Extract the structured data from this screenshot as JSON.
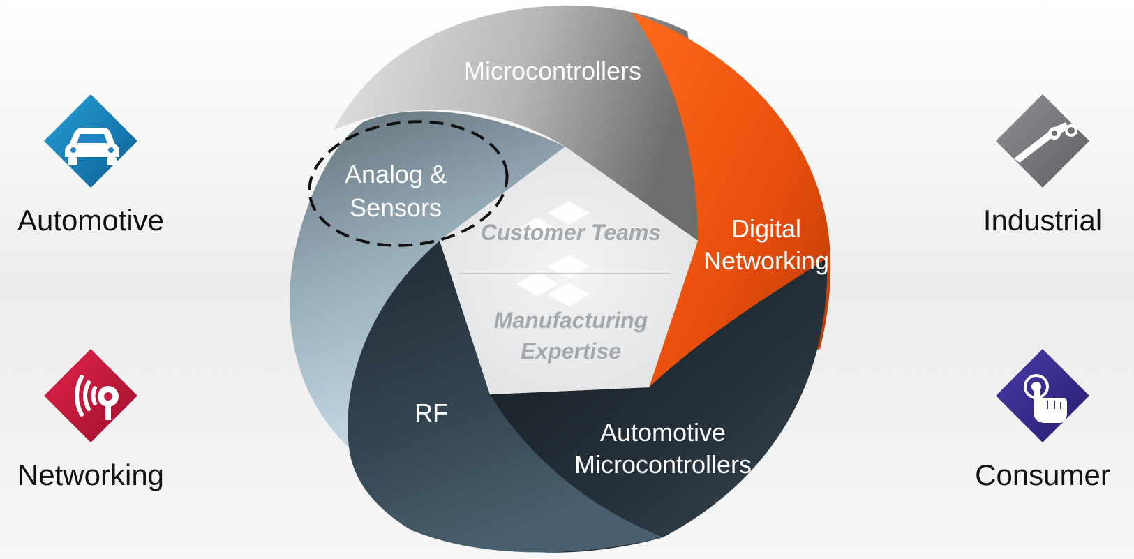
{
  "markets": {
    "automotive": {
      "label": "Automotive",
      "icon": "car-icon",
      "color": "#1d86c2"
    },
    "networking": {
      "label": "Networking",
      "icon": "wireless-signal-icon",
      "color": "#c8163b"
    },
    "industrial": {
      "label": "Industrial",
      "icon": "robot-arm-icon",
      "color": "#7d7f83"
    },
    "consumer": {
      "label": "Consumer",
      "icon": "touch-hand-icon",
      "color": "#3a2f8f"
    }
  },
  "wheel": {
    "segments": {
      "microcontrollers": {
        "line1": "Microcontrollers",
        "color": "#9c9a9b"
      },
      "analog_sensors": {
        "line1": "Analog &",
        "line2": "Sensors",
        "color": "#7f8f99"
      },
      "digital_networking": {
        "line1": "Digital",
        "line2": "Networking",
        "color": "#f0570f"
      },
      "rf": {
        "line1": "RF",
        "color": "#2e3b46"
      },
      "auto_mcu": {
        "line1": "Automotive",
        "line2": "Microcontrollers",
        "color": "#1e262d"
      }
    },
    "center": {
      "top": "Customer Teams",
      "bottom_line1": "Manufacturing",
      "bottom_line2": "Expertise"
    }
  }
}
